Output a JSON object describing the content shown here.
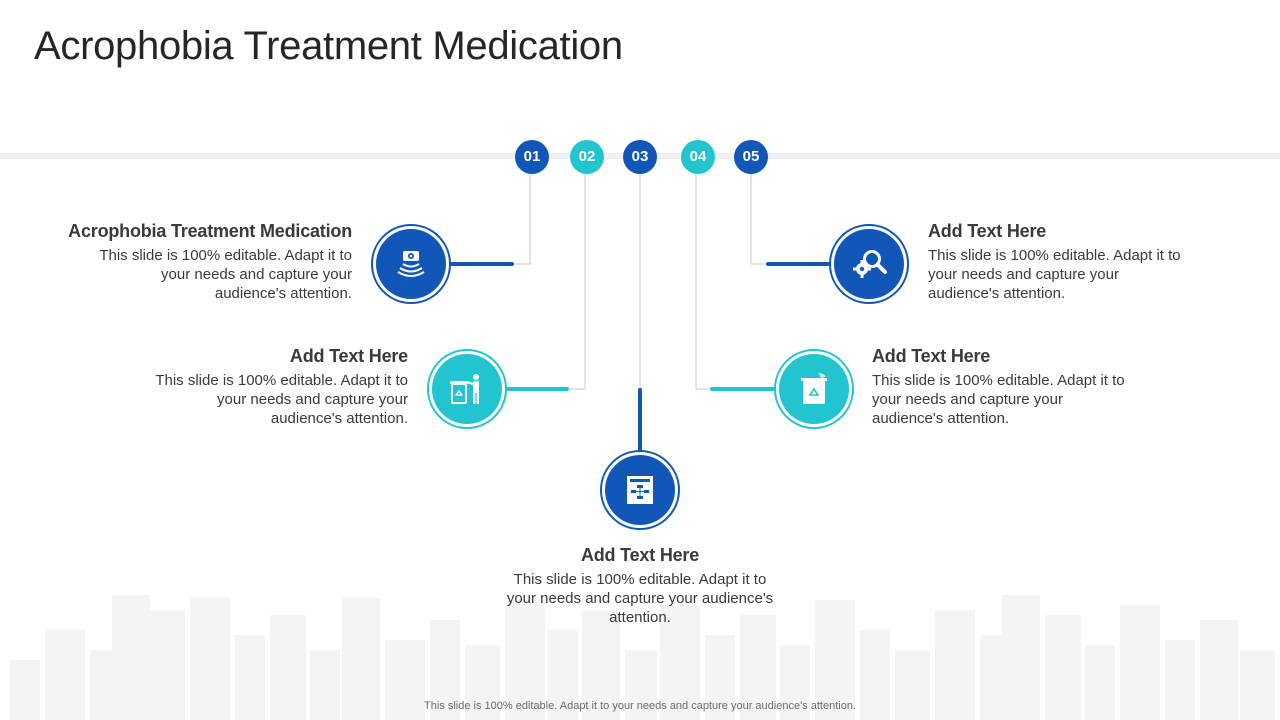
{
  "title": "Acrophobia Treatment Medication",
  "colors": {
    "blue": "#1257b8",
    "teal": "#22c5cf",
    "line": "#c8c8c8"
  },
  "steps": [
    {
      "number": "01",
      "heading": "Acrophobia Treatment Medication",
      "body": "This slide is 100% editable. Adapt it to your needs and capture your audience's attention.",
      "icon": "surveillance-camera-icon",
      "color": "blue"
    },
    {
      "number": "02",
      "heading": "Add Text Here",
      "body": "This slide is 100% editable. Adapt it to your needs and capture your audience's attention.",
      "icon": "waste-disposal-person-icon",
      "color": "teal"
    },
    {
      "number": "03",
      "heading": "Add Text Here",
      "body": "This slide is 100% editable. Adapt it to your needs and capture your audience's attention.",
      "icon": "flowchart-board-icon",
      "color": "blue"
    },
    {
      "number": "04",
      "heading": "Add Text Here",
      "body": "This slide is 100% editable. Adapt it to your needs and capture your audience's attention.",
      "icon": "smart-recycle-bin-icon",
      "color": "teal"
    },
    {
      "number": "05",
      "heading": "Add Text Here",
      "body": "This slide is 100% editable. Adapt it to your needs and capture your audience's attention.",
      "icon": "gear-search-icon",
      "color": "blue"
    }
  ],
  "footer": "This slide is 100% editable. Adapt it to your needs and capture your audience's attention."
}
